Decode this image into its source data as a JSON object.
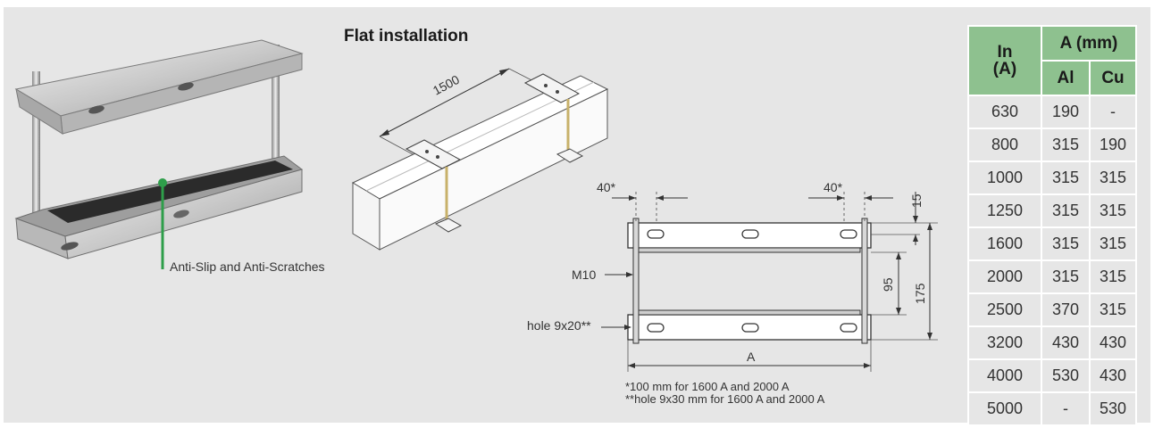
{
  "title": "Flat installation",
  "callout": "Anti-Slip and Anti-Scratches",
  "dims": {
    "length": "1500",
    "offset_left": "40*",
    "offset_right": "40*",
    "top_gap": "15",
    "inner_height": "95",
    "total_height": "175",
    "rod": "M10",
    "hole": "hole 9x20**",
    "width": "A"
  },
  "footnotes": [
    "*100 mm for 1600 A and 2000 A",
    "**hole 9x30 mm for 1600 A and 2000 A"
  ],
  "table": {
    "header_in_line1": "In",
    "header_in_line2": "(A)",
    "header_a": "A (mm)",
    "header_al": "Al",
    "header_cu": "Cu",
    "rows": [
      {
        "in": "630",
        "al": "190",
        "cu": "-"
      },
      {
        "in": "800",
        "al": "315",
        "cu": "190"
      },
      {
        "in": "1000",
        "al": "315",
        "cu": "315"
      },
      {
        "in": "1250",
        "al": "315",
        "cu": "315"
      },
      {
        "in": "1600",
        "al": "315",
        "cu": "315"
      },
      {
        "in": "2000",
        "al": "315",
        "cu": "315"
      },
      {
        "in": "2500",
        "al": "370",
        "cu": "315"
      },
      {
        "in": "3200",
        "al": "430",
        "cu": "430"
      },
      {
        "in": "4000",
        "al": "530",
        "cu": "430"
      },
      {
        "in": "5000",
        "al": "-",
        "cu": "530"
      }
    ]
  },
  "colors": {
    "header_green": "#8ec18f",
    "callout_green": "#2e9e4a",
    "panel": "#e6e6e6"
  }
}
